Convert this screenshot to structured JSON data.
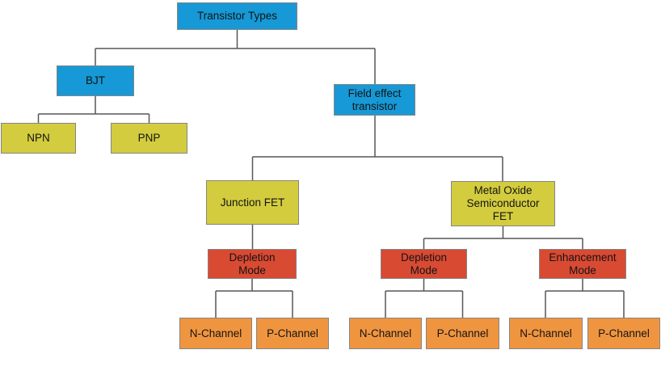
{
  "diagram": {
    "nodes": [
      {
        "id": "transistor-types",
        "label": "Transistor Types",
        "color": "blue"
      },
      {
        "id": "bjt",
        "label": "BJT",
        "color": "blue"
      },
      {
        "id": "field-effect-transistor",
        "label": "Field effect\ntransistor",
        "color": "blue"
      },
      {
        "id": "npn",
        "label": "NPN",
        "color": "yellow"
      },
      {
        "id": "pnp",
        "label": "PNP",
        "color": "yellow"
      },
      {
        "id": "junction-fet",
        "label": "Junction FET",
        "color": "yellow"
      },
      {
        "id": "metal-oxide-semiconductor-fet",
        "label": "Metal Oxide\nSemiconductor\nFET",
        "color": "yellow"
      },
      {
        "id": "jfet-depletion-mode",
        "label": "Depletion\nMode",
        "color": "red"
      },
      {
        "id": "mosfet-depletion-mode",
        "label": "Depletion\nMode",
        "color": "red"
      },
      {
        "id": "mosfet-enhancement-mode",
        "label": "Enhancement\nMode",
        "color": "red"
      },
      {
        "id": "jfet-depletion-n-channel",
        "label": "N-Channel",
        "color": "orange"
      },
      {
        "id": "jfet-depletion-p-channel",
        "label": "P-Channel",
        "color": "orange"
      },
      {
        "id": "mosfet-depletion-n-channel",
        "label": "N-Channel",
        "color": "orange"
      },
      {
        "id": "mosfet-depletion-p-channel",
        "label": "P-Channel",
        "color": "orange"
      },
      {
        "id": "mosfet-enhancement-n-channel",
        "label": "N-Channel",
        "color": "orange"
      },
      {
        "id": "mosfet-enhancement-p-channel",
        "label": "P-Channel",
        "color": "orange"
      }
    ],
    "edges": [
      [
        "transistor-types",
        "bjt"
      ],
      [
        "transistor-types",
        "field-effect-transistor"
      ],
      [
        "bjt",
        "npn"
      ],
      [
        "bjt",
        "pnp"
      ],
      [
        "field-effect-transistor",
        "junction-fet"
      ],
      [
        "field-effect-transistor",
        "metal-oxide-semiconductor-fet"
      ],
      [
        "junction-fet",
        "jfet-depletion-mode"
      ],
      [
        "jfet-depletion-mode",
        "jfet-depletion-n-channel"
      ],
      [
        "jfet-depletion-mode",
        "jfet-depletion-p-channel"
      ],
      [
        "metal-oxide-semiconductor-fet",
        "mosfet-depletion-mode"
      ],
      [
        "metal-oxide-semiconductor-fet",
        "mosfet-enhancement-mode"
      ],
      [
        "mosfet-depletion-mode",
        "mosfet-depletion-n-channel"
      ],
      [
        "mosfet-depletion-mode",
        "mosfet-depletion-p-channel"
      ],
      [
        "mosfet-enhancement-mode",
        "mosfet-enhancement-n-channel"
      ],
      [
        "mosfet-enhancement-mode",
        "mosfet-enhancement-p-channel"
      ]
    ]
  },
  "palette": {
    "blue": "#1699d6",
    "yellow": "#d3cc3e",
    "red": "#d94a33",
    "orange": "#f0953f",
    "box_border": "#858585",
    "connector": "#575757",
    "text": "#141414",
    "background": "#ffffff"
  }
}
